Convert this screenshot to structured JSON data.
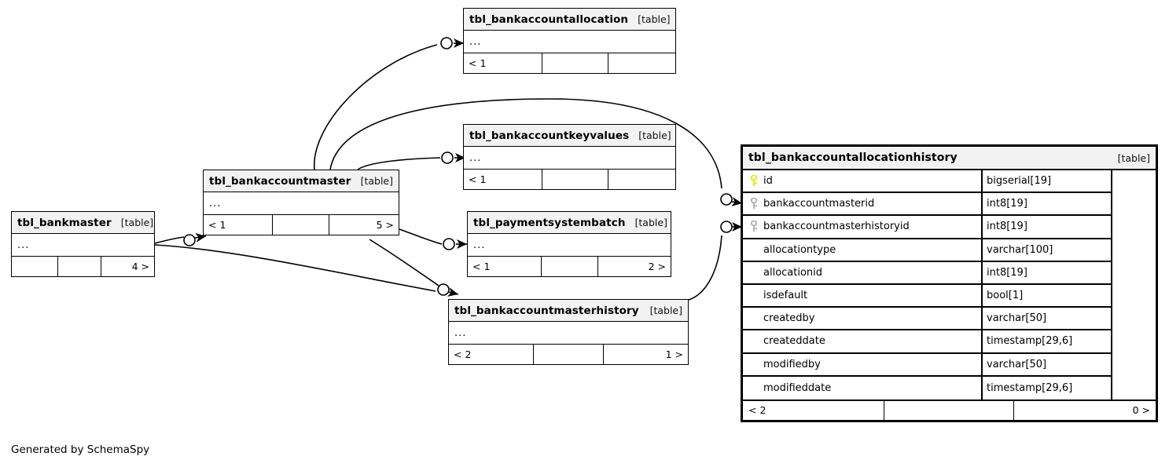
{
  "diagram": {
    "caption": "Generated by SchemaSpy",
    "kind_label": "[table]",
    "ellipsis": "...",
    "key_icons": {
      "primary": "primary-key-icon",
      "foreign": "foreign-key-icon"
    },
    "colors": {
      "background": "#ffffff",
      "table_header_fill": "#f2f2f2",
      "border": "#000000",
      "primary_key": "#e8e80a",
      "foreign_key": "#b0b0b0",
      "text": "#000000"
    }
  },
  "tables": [
    {
      "id": "tbl_bankaccountallocation",
      "name": "tbl_bankaccountallocation",
      "kind": "[table]",
      "collapsed": true,
      "footer": {
        "left": "< 1",
        "middle": "",
        "right": ""
      }
    },
    {
      "id": "tbl_bankaccountkeyvalues",
      "name": "tbl_bankaccountkeyvalues",
      "kind": "[table]",
      "collapsed": true,
      "footer": {
        "left": "< 1",
        "middle": "",
        "right": ""
      }
    },
    {
      "id": "tbl_paymentsystembatch",
      "name": "tbl_paymentsystembatch",
      "kind": "[table]",
      "collapsed": true,
      "footer": {
        "left": "< 1",
        "middle": "",
        "right": "2 >"
      }
    },
    {
      "id": "tbl_bankaccountmaster",
      "name": "tbl_bankaccountmaster",
      "kind": "[table]",
      "collapsed": true,
      "footer": {
        "left": "< 1",
        "middle": "",
        "right": "5 >"
      }
    },
    {
      "id": "tbl_bankmaster",
      "name": "tbl_bankmaster",
      "kind": "[table]",
      "collapsed": true,
      "footer": {
        "left": "",
        "middle": "",
        "right": "4 >"
      }
    },
    {
      "id": "tbl_bankaccountmasterhistory",
      "name": "tbl_bankaccountmasterhistory",
      "kind": "[table]",
      "collapsed": true,
      "footer": {
        "left": "< 2",
        "middle": "",
        "right": "1 >"
      }
    }
  ],
  "focus_table": {
    "id": "tbl_bankaccountallocationhistory",
    "name": "tbl_bankaccountallocationhistory",
    "kind": "[table]",
    "columns": [
      {
        "name": "id",
        "type": "bigserial[19]",
        "key": "primary"
      },
      {
        "name": "bankaccountmasterid",
        "type": "int8[19]",
        "key": "foreign"
      },
      {
        "name": "bankaccountmasterhistoryid",
        "type": "int8[19]",
        "key": "foreign"
      },
      {
        "name": "allocationtype",
        "type": "varchar[100]",
        "key": "none"
      },
      {
        "name": "allocationid",
        "type": "int8[19]",
        "key": "none"
      },
      {
        "name": "isdefault",
        "type": "bool[1]",
        "key": "none"
      },
      {
        "name": "createdby",
        "type": "varchar[50]",
        "key": "none"
      },
      {
        "name": "createddate",
        "type": "timestamp[29,6]",
        "key": "none"
      },
      {
        "name": "modifiedby",
        "type": "varchar[50]",
        "key": "none"
      },
      {
        "name": "modifieddate",
        "type": "timestamp[29,6]",
        "key": "none"
      }
    ],
    "footer": {
      "left": "< 2",
      "middle": "",
      "right": "0 >"
    }
  }
}
